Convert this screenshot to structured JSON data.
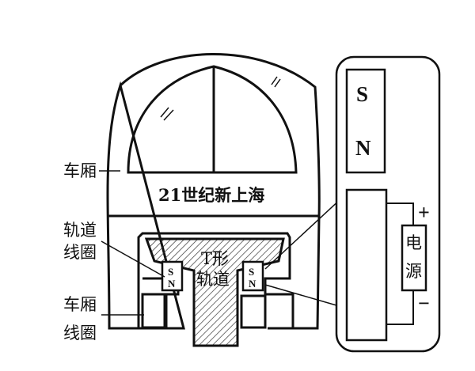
{
  "labels": {
    "carriage": "车厢",
    "slogan": "21世纪新上海",
    "track_coil_line1": "轨道",
    "track_coil_line2": "线圈",
    "carriage_coil_line1": "车厢",
    "carriage_coil_line2": "线圈",
    "t_track_line1": "T形",
    "t_track_line2": "轨道",
    "power_line1": "电",
    "power_line2": "源",
    "plus": "+",
    "minus": "−"
  },
  "poles": {
    "coil_left_top": "S",
    "coil_left_bottom": "N",
    "coil_right_top": "S",
    "coil_right_bottom": "N",
    "inset_top": "S",
    "inset_bottom": "N"
  }
}
